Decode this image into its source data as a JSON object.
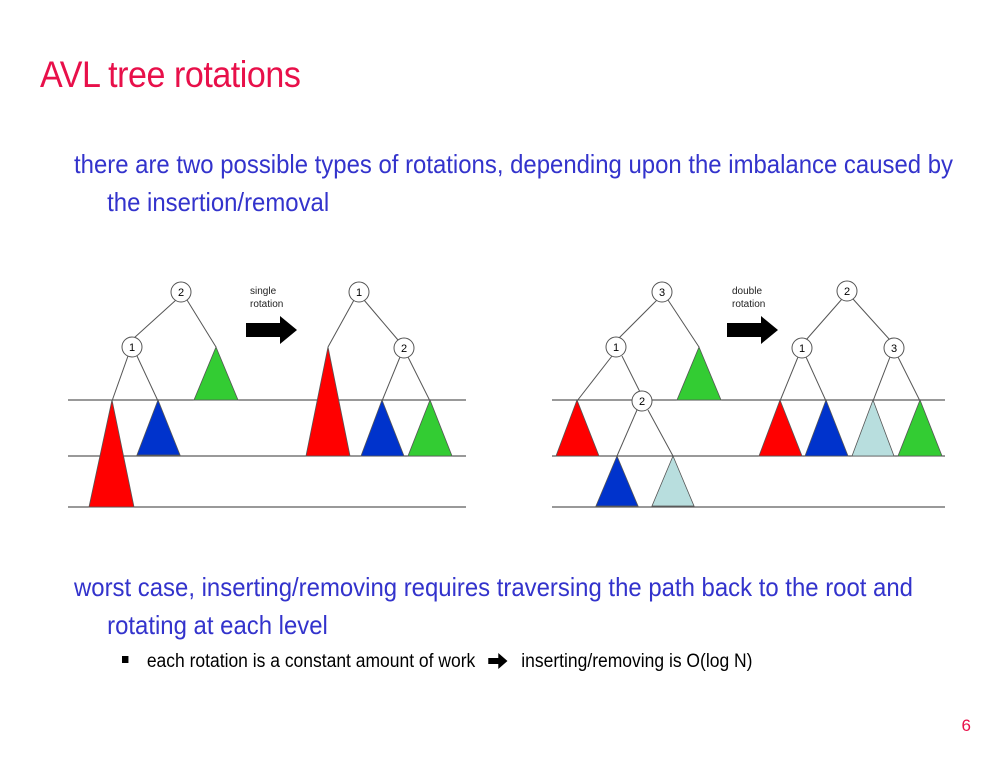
{
  "slide": {
    "title": "AVL tree rotations",
    "intro": "there are two possible types of rotations, depending upon the imbalance caused by the insertion/removal",
    "worst_case": "worst case, inserting/removing requires traversing the path back to the root and rotating at each level",
    "bullet_left": "each rotation is a constant amount of work",
    "bullet_right": "inserting/removing is O(log N)",
    "page_number": "6"
  },
  "single_rotation": {
    "label_line1": "single",
    "label_line2": "rotation",
    "before_nodes": [
      "2",
      "1"
    ],
    "after_nodes": [
      "1",
      "2"
    ]
  },
  "double_rotation": {
    "label_line1": "double",
    "label_line2": "rotation",
    "before_nodes": [
      "3",
      "1",
      "2"
    ],
    "after_nodes": [
      "2",
      "1",
      "3"
    ]
  },
  "colors": {
    "title": "#e8104a",
    "body_text": "#3333cc",
    "red_subtree": "#ff0000",
    "blue_subtree": "#0033cc",
    "green_subtree": "#33cc33",
    "light_blue_subtree": "#b8dede"
  }
}
